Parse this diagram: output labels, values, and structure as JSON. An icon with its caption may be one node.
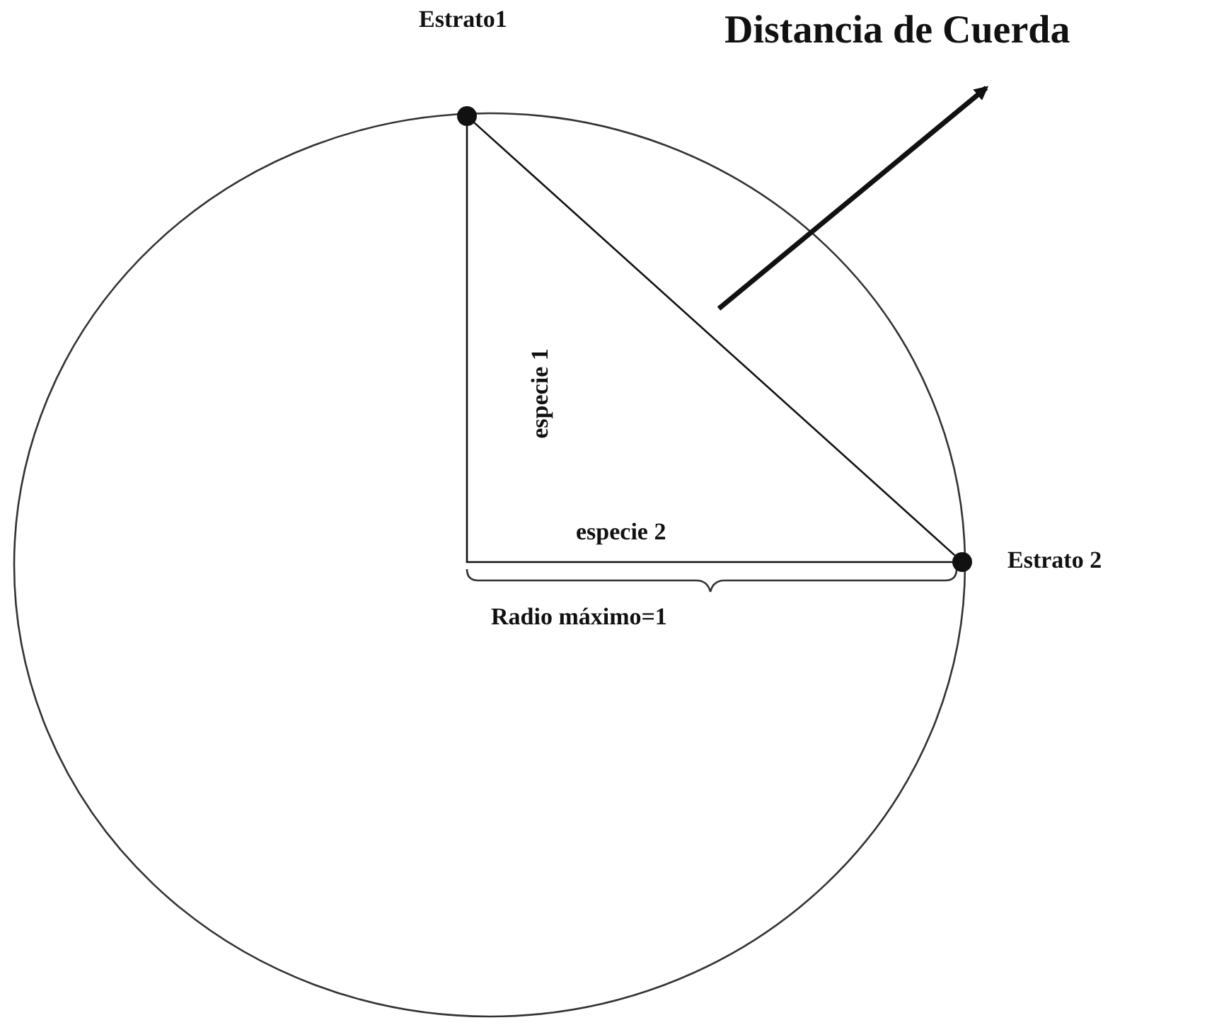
{
  "diagram": {
    "nodes": [
      {
        "text": [
          "Estrato1"
        ]
      },
      {
        "text": [
          "Estrato 2"
        ]
      },
      {
        "text": [
          "Distancia de Cuerda"
        ]
      }
    ],
    "edges": [
      {
        "from": 0,
        "to": 1,
        "arrow": "none"
      },
      {
        "from": null,
        "to": 2,
        "arrow": "to",
        "style": "thick"
      },
      {
        "from": 0,
        "to": 1,
        "arrow": "none"
      }
    ],
    "labels": [
      "especie 1",
      "especie 2",
      "Radio máximo=1"
    ]
  }
}
